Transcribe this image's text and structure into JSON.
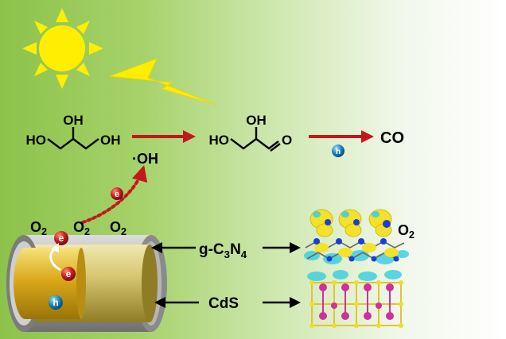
{
  "molecules": {
    "glycerol": {
      "oh_top": "OH",
      "ho_left": "HO",
      "oh_right": "OH"
    },
    "glyceraldehyde": {
      "oh_top": "OH",
      "ho_left": "HO",
      "o": "O"
    }
  },
  "species": {
    "hydroxyl": "·OH",
    "co": "CO",
    "o2": "O",
    "o2_sub": "2"
  },
  "carriers": {
    "electron": "e",
    "hole": "h"
  },
  "layers": {
    "g_c3n4": {
      "a": "g-C",
      "sub1": "3",
      "b": "N",
      "sub2": "4"
    },
    "cds": "CdS"
  },
  "colors": {
    "red_arrow": "#c4161c",
    "sun": "#ffee00",
    "bolt": "#ffee00",
    "electron": "#cc1f1f",
    "hole": "#1e88c9",
    "cds_core": "#d9a91a",
    "shell": "#9b9b9b",
    "isosurface_yellow": "#f5e12a",
    "isosurface_cyan": "#3fd0e0",
    "atom_magenta": "#d0309c",
    "atom_blue": "#1a3fd6"
  },
  "icons": [
    "sun-icon",
    "lightning-icon",
    "electron-icon",
    "hole-icon",
    "nanotube-icon",
    "crystal-structure-icon"
  ]
}
